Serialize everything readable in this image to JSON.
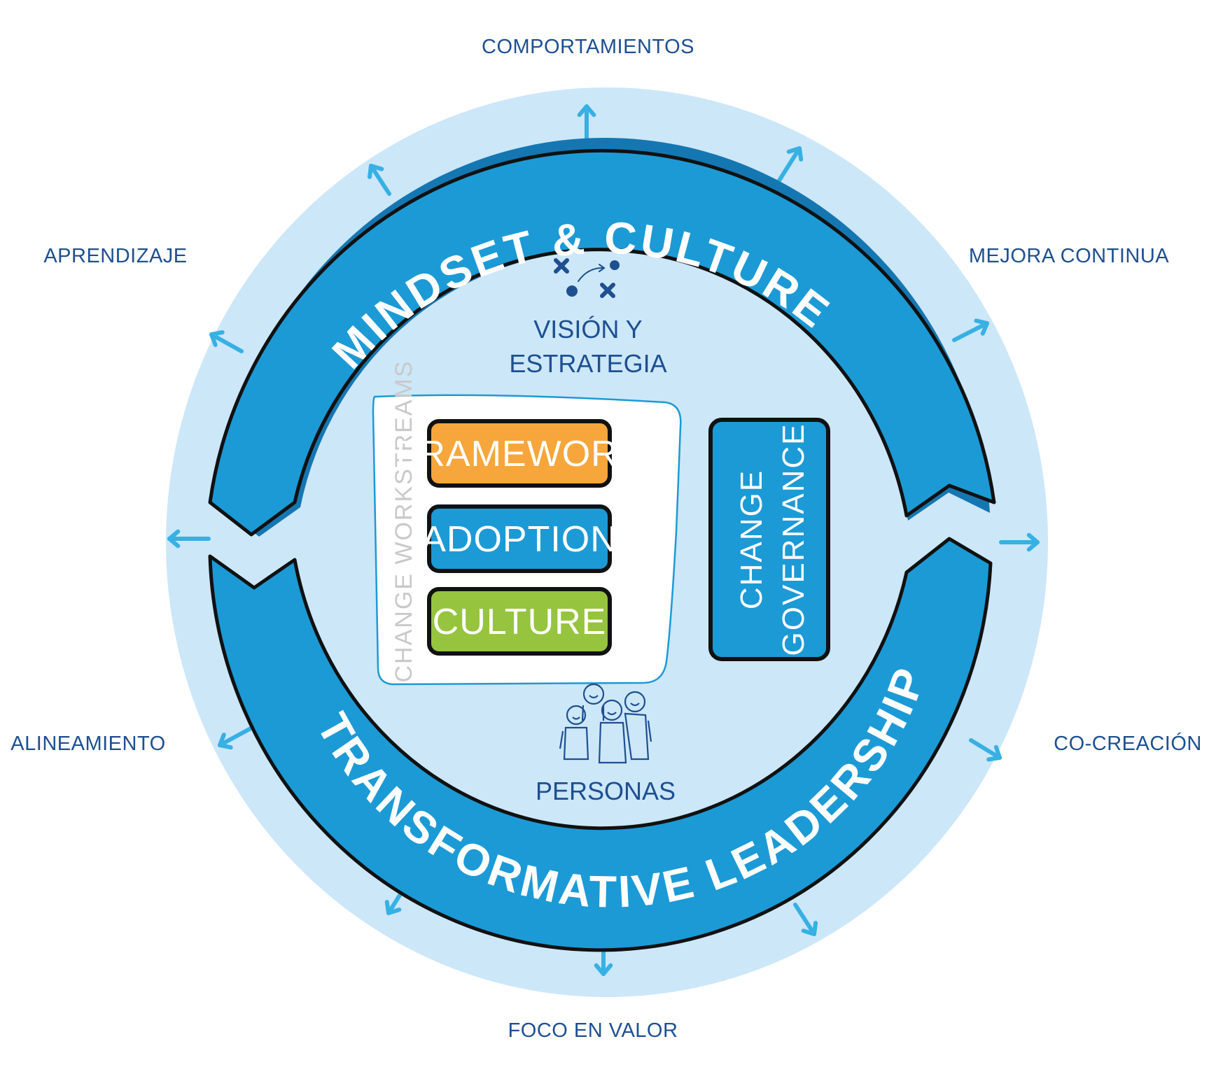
{
  "colors": {
    "halo": "#cce7f8",
    "ring": "#1c9ad6",
    "ring_shadow": "#1577b2",
    "outline": "#111111",
    "text_dark": "#1d4f91",
    "arrow": "#37b0e4",
    "framework": "#f6a63b",
    "adoption": "#1c9ad6",
    "culture": "#96c43f",
    "workstreams_label": "#c9c9c9"
  },
  "ring": {
    "top_label": "MINDSET & CULTURE",
    "bottom_label": "TRANSFORMATIVE LEADERSHIP"
  },
  "outer_labels": {
    "top": "COMPORTAMIENTOS",
    "top_right": "MEJORA CONTINUA",
    "right": "CO-CREACIÓN",
    "bottom": "FOCO EN VALOR",
    "left": "ALINEAMIENTO",
    "top_left": "APRENDIZAJE"
  },
  "inner": {
    "vision_line1": "VISIÓN Y",
    "vision_line2": "ESTRATEGIA",
    "vision_icon": "strategy-play-icon",
    "people_label": "PERSONAS",
    "people_icon": "people-group-icon"
  },
  "workstreams": {
    "title": "CHANGE WORKSTREAMS",
    "items": [
      {
        "label": "FRAMEWORK",
        "color": "#f6a63b"
      },
      {
        "label": "ADOPTION",
        "color": "#1c9ad6"
      },
      {
        "label": "CULTURE",
        "color": "#96c43f"
      }
    ]
  },
  "governance": {
    "line1": "CHANGE",
    "line2": "GOVERNANCE"
  }
}
